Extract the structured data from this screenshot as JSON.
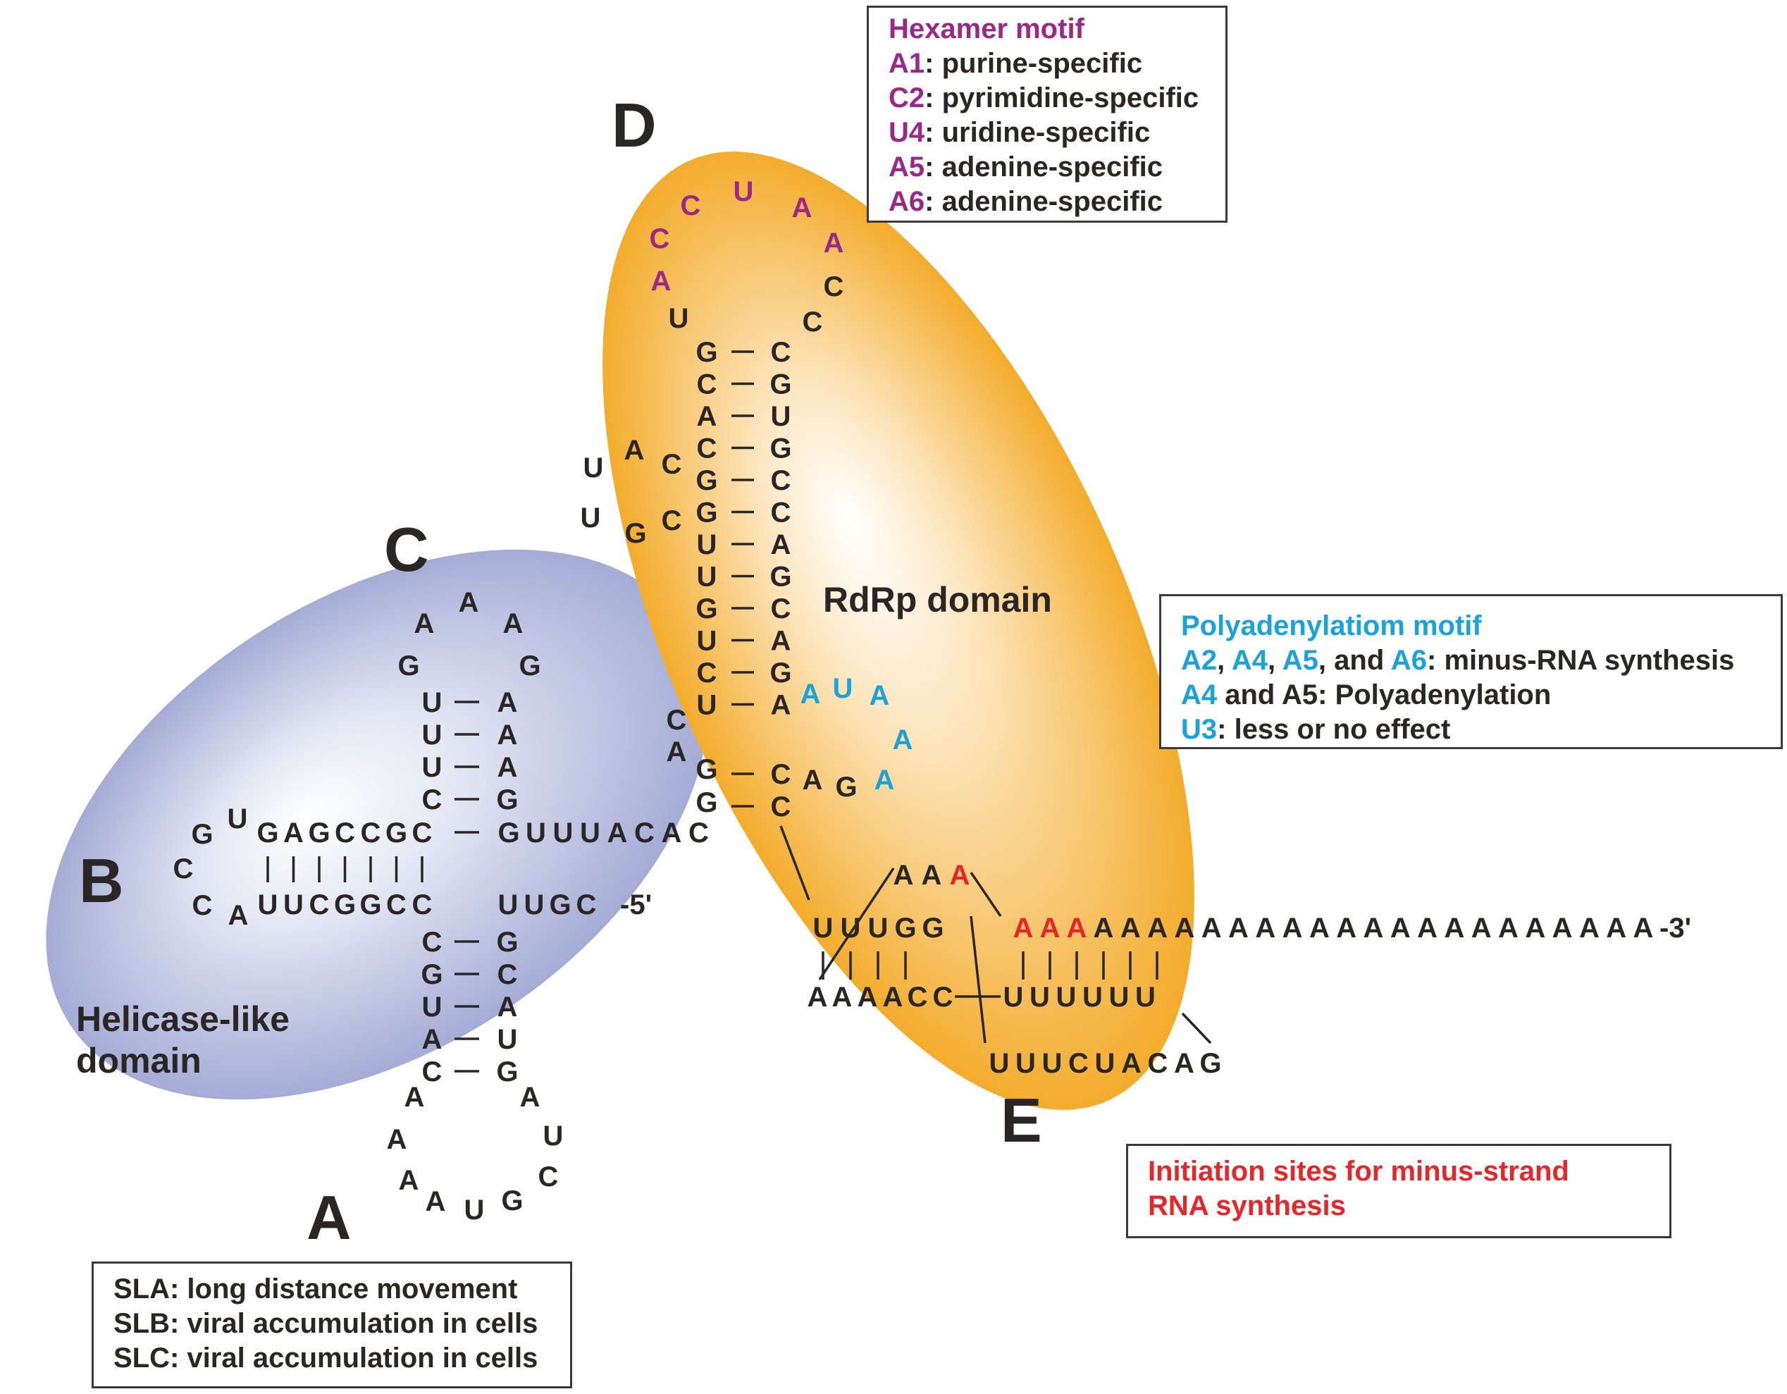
{
  "region_labels": {
    "a": "A",
    "b": "B",
    "c": "C",
    "d": "D",
    "e": "E"
  },
  "domains": {
    "rdrp": "RdRp domain",
    "helicase_line1": "Helicase-like",
    "helicase_line2": "domain"
  },
  "tail": {
    "five_prime": "-5'",
    "three_prime": "-3'"
  },
  "hexamer_box": {
    "title": "Hexamer motif",
    "items": [
      {
        "key": "A1",
        "text": ": purine-specific"
      },
      {
        "key": "C2",
        "text": ": pyrimidine-specific"
      },
      {
        "key": "U4",
        "text": ": uridine-specific"
      },
      {
        "key": "A5",
        "text": ": adenine-specific"
      },
      {
        "key": "A6",
        "text": ": adenine-specific"
      }
    ]
  },
  "polya_box": {
    "title": "Polyadenylatiom motif",
    "line1": {
      "k1": "A2",
      "s1": ", ",
      "k2": "A4",
      "s2": ", ",
      "k3": "A5",
      "s3": ", and ",
      "k4": "A6",
      "rest": ": minus-RNA synthesis"
    },
    "line2": {
      "k1": "A4",
      "mid": " and A5: Polyadenylation"
    },
    "line3": {
      "k1": "U3",
      "rest": ": less or no effect"
    }
  },
  "sl_box": {
    "lines": [
      "SLA: long distance movement",
      "SLB: viral accumulation in cells",
      "SLC: viral accumulation in cells"
    ]
  },
  "initiation_box": {
    "line1": "Initiation sites for minus-strand",
    "line2": "RNA synthesis"
  },
  "colors": {
    "helicase_domain": "#a4acd6",
    "rdrp_domain": "#f3ac2c",
    "hexamer_motif": "#9b2788",
    "polya_motif": "#1aa2db",
    "initiation": "#e8262a",
    "text": "#2b2626"
  },
  "sequence": {
    "hexamer_loop": [
      {
        "nt": "U",
        "hl": ""
      },
      {
        "nt": "A",
        "hl": "mag"
      },
      {
        "nt": "C",
        "hl": "mag"
      },
      {
        "nt": "C",
        "hl": "mag"
      },
      {
        "nt": "U",
        "hl": "mag"
      },
      {
        "nt": "A",
        "hl": "mag"
      },
      {
        "nt": "A",
        "hl": "mag"
      },
      {
        "nt": "C",
        "hl": ""
      },
      {
        "nt": "C",
        "hl": ""
      }
    ],
    "d_stem_left": [
      "G",
      "C",
      "A",
      "C",
      "G",
      "G",
      "U",
      "U",
      "G",
      "U",
      "C",
      "U"
    ],
    "d_stem_right": [
      "C",
      "G",
      "U",
      "G",
      "C",
      "C",
      "A",
      "G",
      "C",
      "A",
      "G",
      "A"
    ],
    "d_side_loop": [
      "C",
      "A",
      "U",
      "U",
      "G",
      "C"
    ],
    "polya_loop": [
      {
        "nt": "A",
        "hl": "cyan"
      },
      {
        "nt": "U",
        "hl": "cyan"
      },
      {
        "nt": "A",
        "hl": "cyan"
      },
      {
        "nt": "A",
        "hl": "cyan"
      },
      {
        "nt": "A",
        "hl": "cyan"
      },
      {
        "nt": "G",
        "hl": ""
      },
      {
        "nt": "A",
        "hl": ""
      }
    ],
    "d_junction_left": [
      "C",
      "A",
      "G",
      "G"
    ],
    "d_junction_right": [
      "C",
      "C"
    ],
    "c_loop": [
      "G",
      "A",
      "A",
      "A",
      "G"
    ],
    "c_stem_left": [
      "U",
      "U",
      "U",
      "C"
    ],
    "c_stem_right": [
      "A",
      "A",
      "A",
      "G"
    ],
    "b_top": [
      "G",
      "A",
      "G",
      "C",
      "C",
      "G",
      "C"
    ],
    "b_bottom": [
      "U",
      "U",
      "C",
      "G",
      "G",
      "C",
      "C"
    ],
    "b_loop": [
      "U",
      "G",
      "C",
      "C",
      "A"
    ],
    "top_right_strand": [
      "G",
      "U",
      "U",
      "U",
      "A",
      "C",
      "A",
      "C"
    ],
    "five_prime_strand": [
      "U",
      "U",
      "G",
      "C"
    ],
    "a_stem_left": [
      "C",
      "G",
      "U",
      "A",
      "C"
    ],
    "a_stem_right": [
      "G",
      "C",
      "A",
      "U",
      "G"
    ],
    "a_loop": [
      "A",
      "A",
      "A",
      "A",
      "U",
      "G",
      "C",
      "U",
      "A"
    ],
    "e_top_left": [
      "U",
      "U",
      "U",
      "G",
      "G"
    ],
    "e_aaa": [
      {
        "nt": "A",
        "hl": ""
      },
      {
        "nt": "A",
        "hl": ""
      },
      {
        "nt": "A",
        "hl": "red"
      }
    ],
    "e_bottom_left": [
      "A",
      "A",
      "A",
      "A",
      "C",
      "C"
    ],
    "e_bottom_right": [
      "U",
      "U",
      "U",
      "U",
      "U",
      "U"
    ],
    "e_lower_strand": [
      "U",
      "U",
      "U",
      "C",
      "U",
      "A",
      "C",
      "A",
      "G"
    ],
    "e_polyA_red": [
      "A",
      "A",
      "A"
    ],
    "e_polyA_tail": [
      "A",
      "A",
      "A",
      "A",
      "A",
      "A",
      "A",
      "A",
      "A",
      "A",
      "A",
      "A",
      "A",
      "A",
      "A",
      "A",
      "A",
      "A",
      "A",
      "A",
      "A"
    ]
  }
}
